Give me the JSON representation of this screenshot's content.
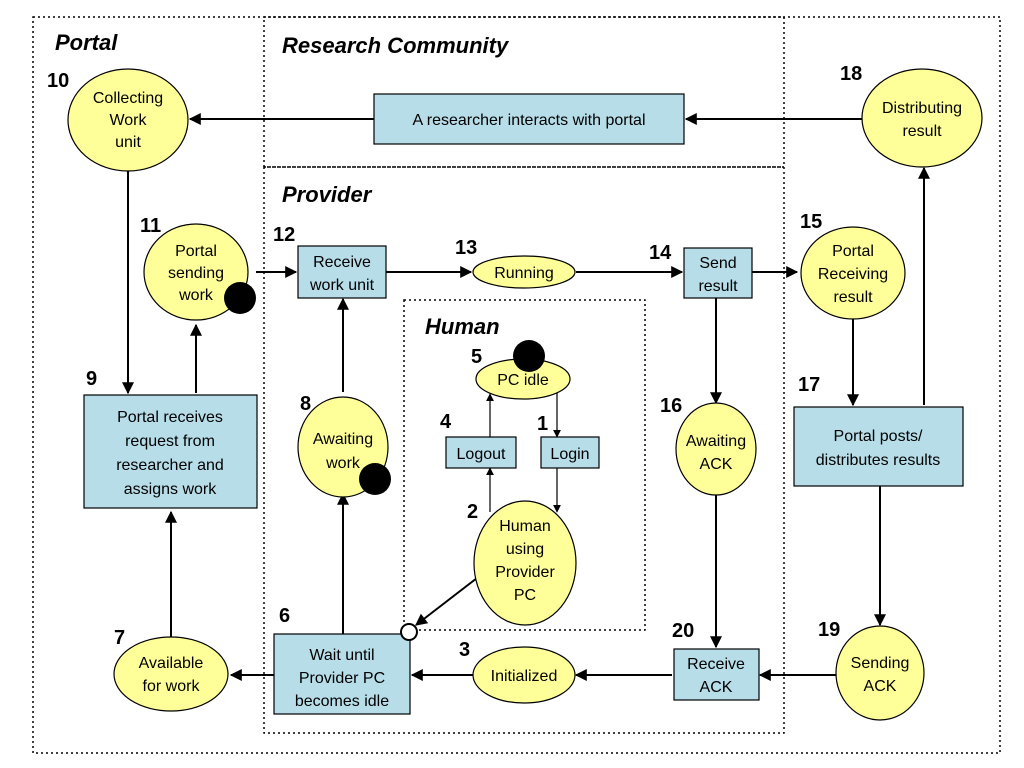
{
  "regions": {
    "portal": "Portal",
    "research": "Research Community",
    "provider": "Provider",
    "human": "Human"
  },
  "nodes": {
    "n10": {
      "num": "10",
      "lines": [
        "Collecting",
        "Work",
        "unit"
      ]
    },
    "n11": {
      "num": "11",
      "lines": [
        "Portal",
        "sending",
        "work"
      ]
    },
    "n9": {
      "num": "9",
      "lines": [
        "Portal receives",
        "request from",
        "researcher and",
        "assigns work"
      ]
    },
    "n7": {
      "num": "7",
      "lines": [
        "Available",
        "for work"
      ]
    },
    "research_box": {
      "lines": [
        "A researcher interacts with portal"
      ]
    },
    "n18": {
      "num": "18",
      "lines": [
        "Distributing",
        "result"
      ]
    },
    "n12": {
      "num": "12",
      "lines": [
        "Receive",
        "work unit"
      ]
    },
    "n13": {
      "num": "13",
      "lines": [
        "Running"
      ]
    },
    "n14": {
      "num": "14",
      "lines": [
        "Send",
        "result"
      ]
    },
    "n15": {
      "num": "15",
      "lines": [
        "Portal",
        "Receiving",
        "result"
      ]
    },
    "n8": {
      "num": "8",
      "lines": [
        "Awaiting",
        "work"
      ]
    },
    "n5": {
      "num": "5",
      "lines": [
        "PC idle"
      ]
    },
    "n4": {
      "num": "4",
      "lines": [
        "Logout"
      ]
    },
    "n1": {
      "num": "1",
      "lines": [
        "Login"
      ]
    },
    "n2": {
      "num": "2",
      "lines": [
        "Human",
        "using",
        "Provider",
        "PC"
      ]
    },
    "n16": {
      "num": "16",
      "lines": [
        "Awaiting",
        "ACK"
      ]
    },
    "n17": {
      "num": "17",
      "lines": [
        "Portal posts/",
        "distributes results"
      ]
    },
    "n6": {
      "num": "6",
      "lines": [
        "Wait until",
        "Provider PC",
        "becomes idle"
      ]
    },
    "n3": {
      "num": "3",
      "lines": [
        "Initialized"
      ]
    },
    "n20": {
      "num": "20",
      "lines": [
        "Receive",
        "ACK"
      ]
    },
    "n19": {
      "num": "19",
      "lines": [
        "Sending",
        "ACK"
      ]
    }
  },
  "colors": {
    "rect_fill": "#b6dde8",
    "ellipse_fill": "#ffff99",
    "line": "#000000"
  }
}
